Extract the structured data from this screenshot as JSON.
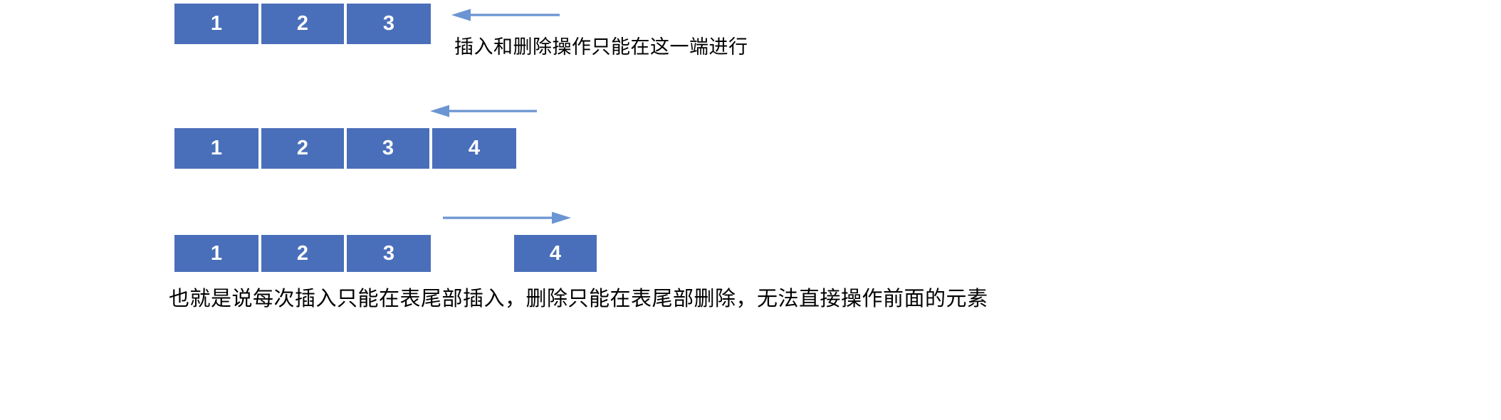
{
  "diagram": {
    "title_text": "",
    "colors": {
      "box_fill": "#4a6fba",
      "box_text": "#ffffff",
      "arrow": "#6b95d2",
      "text": "#000000",
      "background": "#ffffff"
    },
    "rows": [
      {
        "id": "row-initial-stack",
        "cells": [
          "1",
          "2",
          "3"
        ],
        "arrow": {
          "direction": "left",
          "name": "left-arrow-row1"
        },
        "note": "插入和删除操作只能在这一端进行"
      },
      {
        "id": "row-after-push",
        "cells": [
          "1",
          "2",
          "3",
          "4"
        ],
        "arrow": {
          "direction": "left",
          "name": "left-arrow-row2"
        },
        "note": ""
      },
      {
        "id": "row-after-pop",
        "cells": [
          "1",
          "2",
          "3"
        ],
        "detached_cell": "4",
        "arrow": {
          "direction": "right",
          "name": "right-arrow-row3"
        },
        "note": ""
      }
    ],
    "caption": "也就是说每次插入只能在表尾部插入，删除只能在表尾部删除，无法直接操作前面的元素"
  }
}
